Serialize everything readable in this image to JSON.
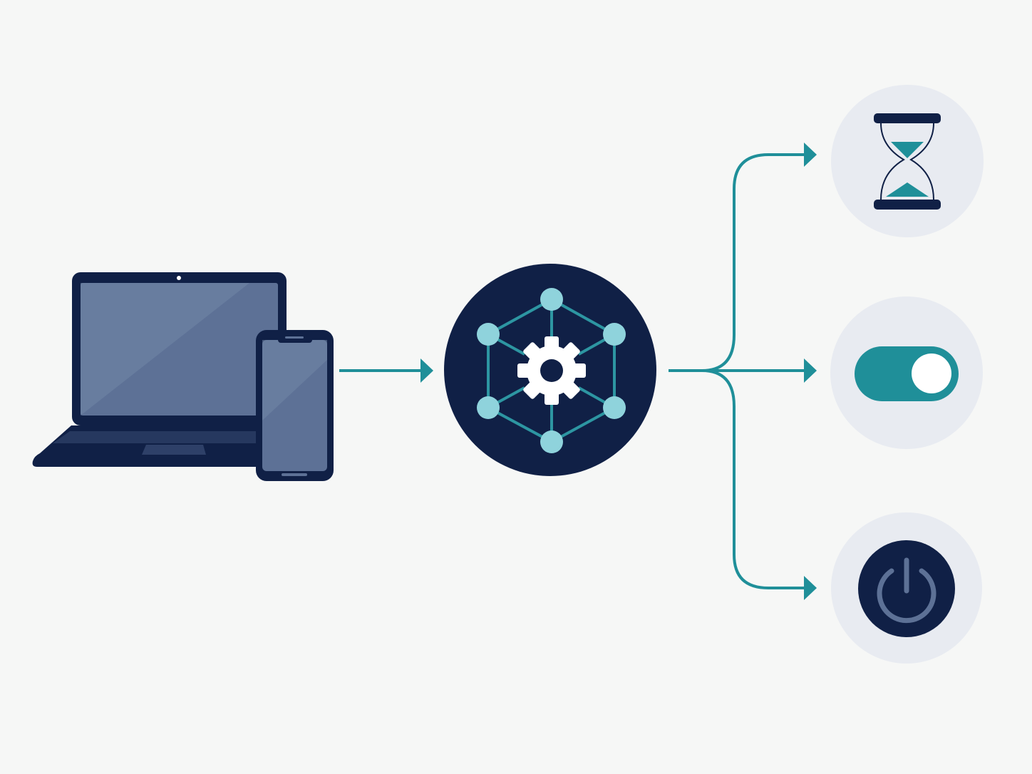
{
  "diagram": {
    "nodes": [
      {
        "id": "devices",
        "icon": "laptop-and-phone-icon"
      },
      {
        "id": "hub",
        "icon": "gear-network-hub-icon"
      },
      {
        "id": "timer",
        "icon": "hourglass-icon"
      },
      {
        "id": "toggle",
        "icon": "toggle-switch-icon",
        "state": "on"
      },
      {
        "id": "power",
        "icon": "power-icon"
      }
    ],
    "edges": [
      {
        "from": "devices",
        "to": "hub"
      },
      {
        "from": "hub",
        "to": "timer"
      },
      {
        "from": "hub",
        "to": "toggle"
      },
      {
        "from": "hub",
        "to": "power"
      }
    ]
  },
  "colors": {
    "background": "#f6f7f6",
    "navy": "#102046",
    "teal": "#1f8f99",
    "light_teal": "#8fd3dc",
    "screen_blue": "#5d7196",
    "icon_circle": "#e8ebf1",
    "white": "#ffffff"
  }
}
